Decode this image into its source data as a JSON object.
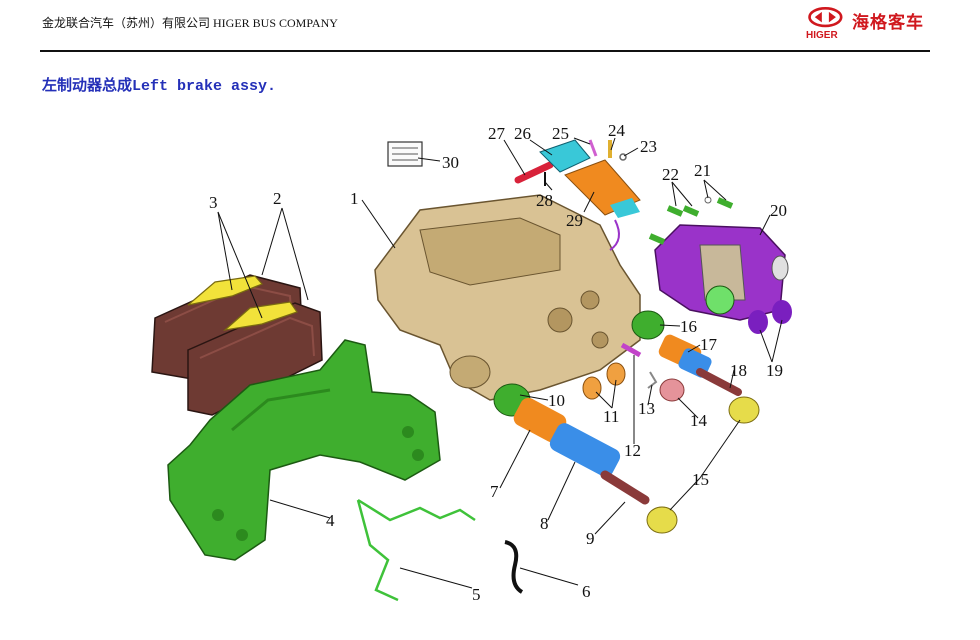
{
  "header": {
    "company": "金龙联合汽车（苏州）有限公司 HIGER BUS COMPANY",
    "logo_cn": "海格客车",
    "logo_en": "HIGER"
  },
  "title": {
    "cn": "左制动器总成",
    "en": "Left brake assy."
  },
  "colors": {
    "caliper": "#d9c294",
    "pad": "#6e3a33",
    "bracket": "#3fae2e",
    "spring": "#f2e23a",
    "cap": "#e6dc4a",
    "purple": "#9a33c9",
    "cyan": "#39c8d8",
    "orange": "#f08a1f",
    "blue": "#3a8ee8",
    "red": "#d8223a",
    "brand_red": "#d0181e",
    "title_blue": "#2430b8"
  },
  "callouts": [
    {
      "id": "1",
      "label": "1"
    },
    {
      "id": "2",
      "label": "2"
    },
    {
      "id": "3",
      "label": "3"
    },
    {
      "id": "4",
      "label": "4"
    },
    {
      "id": "5",
      "label": "5"
    },
    {
      "id": "6",
      "label": "6"
    },
    {
      "id": "7",
      "label": "7"
    },
    {
      "id": "8",
      "label": "8"
    },
    {
      "id": "9",
      "label": "9"
    },
    {
      "id": "10",
      "label": "10"
    },
    {
      "id": "11",
      "label": "11"
    },
    {
      "id": "12",
      "label": "12"
    },
    {
      "id": "13",
      "label": "13"
    },
    {
      "id": "14",
      "label": "14"
    },
    {
      "id": "15",
      "label": "15"
    },
    {
      "id": "16",
      "label": "16"
    },
    {
      "id": "17",
      "label": "17"
    },
    {
      "id": "18",
      "label": "18"
    },
    {
      "id": "19",
      "label": "19"
    },
    {
      "id": "20",
      "label": "20"
    },
    {
      "id": "21",
      "label": "21"
    },
    {
      "id": "22",
      "label": "22"
    },
    {
      "id": "23",
      "label": "23"
    },
    {
      "id": "24",
      "label": "24"
    },
    {
      "id": "25",
      "label": "25"
    },
    {
      "id": "26",
      "label": "26"
    },
    {
      "id": "27",
      "label": "27"
    },
    {
      "id": "28",
      "label": "28"
    },
    {
      "id": "29",
      "label": "29"
    },
    {
      "id": "30",
      "label": "30"
    }
  ]
}
